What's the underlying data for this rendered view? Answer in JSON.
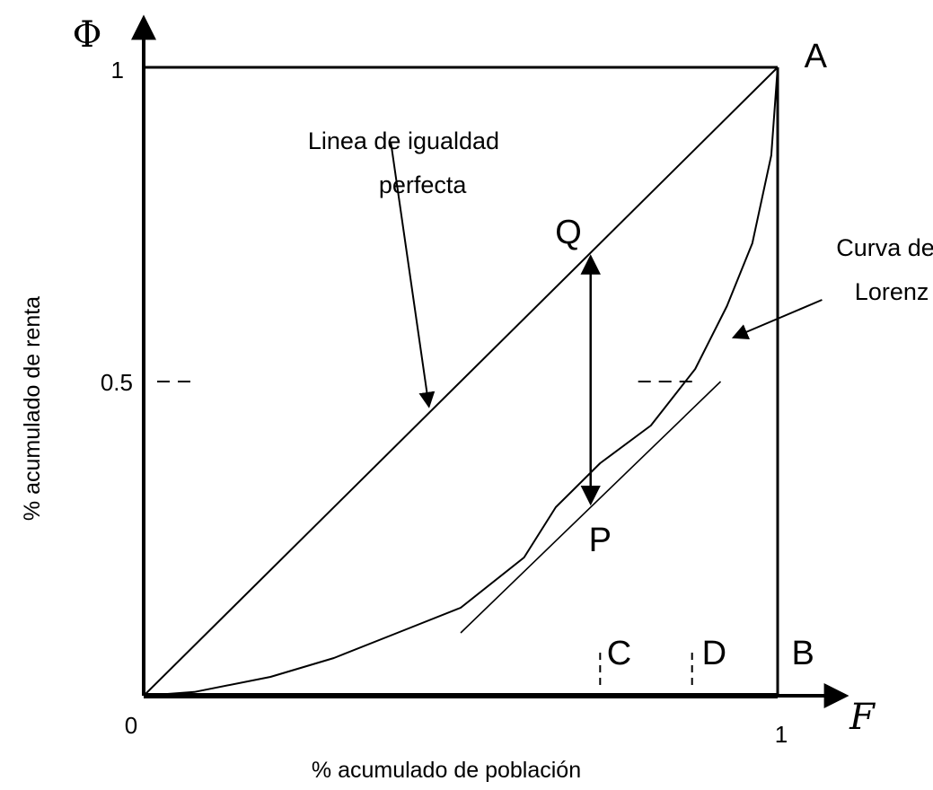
{
  "chart_data": {
    "type": "line",
    "y_symbol": "Φ",
    "x_symbol": "F",
    "xlabel": "% acumulado de población",
    "ylabel": "% acumulado de renta",
    "xlim": [
      0,
      1
    ],
    "ylim": [
      0,
      1
    ],
    "x_ticks": [
      {
        "value": 0,
        "label": "0"
      },
      {
        "value": 1,
        "label": "1"
      }
    ],
    "y_ticks": [
      {
        "value": 1,
        "label": "1"
      },
      {
        "value": 0.5,
        "label": "0.5"
      }
    ],
    "series": [
      {
        "role": "equality",
        "x": [
          0,
          1
        ],
        "y": [
          0,
          1
        ]
      },
      {
        "role": "lorenz",
        "x": [
          0,
          0.08,
          0.2,
          0.3,
          0.4,
          0.5,
          0.6,
          0.65,
          0.72,
          0.8,
          0.87,
          0.92,
          0.96,
          0.99,
          1.0
        ],
        "y": [
          0,
          0.006,
          0.03,
          0.06,
          0.1,
          0.14,
          0.22,
          0.3,
          0.37,
          0.43,
          0.52,
          0.62,
          0.72,
          0.86,
          1.0
        ]
      },
      {
        "role": "tangent",
        "x": [
          0.5,
          0.91
        ],
        "y": [
          0.1,
          0.5
        ]
      }
    ],
    "annotations": [
      {
        "id": "label_equality_1",
        "text": "Linea de igualdad",
        "x": 0.41,
        "y": 0.87
      },
      {
        "id": "label_equality_2",
        "text": "perfecta",
        "x": 0.44,
        "y": 0.8
      },
      {
        "id": "label_lorenz_1",
        "text": "Curva de",
        "x": 1.17,
        "y": 0.7
      },
      {
        "id": "label_lorenz_2",
        "text": "Lorenz",
        "x": 1.18,
        "y": 0.63
      },
      {
        "id": "point_A",
        "text": "A",
        "x": 1.06,
        "y": 1.0
      },
      {
        "id": "point_B",
        "text": "B",
        "x": 1.04,
        "y": 0.05
      },
      {
        "id": "point_C",
        "text": "C",
        "x": 0.75,
        "y": 0.05
      },
      {
        "id": "point_D",
        "text": "D",
        "x": 0.9,
        "y": 0.05
      },
      {
        "id": "point_P",
        "text": "P",
        "x": 0.72,
        "y": 0.23
      },
      {
        "id": "point_Q",
        "text": "Q",
        "x": 0.67,
        "y": 0.72
      }
    ],
    "points": {
      "A": {
        "x": 1.0,
        "y": 1.0
      },
      "B": {
        "x": 1.0,
        "y": 0.0
      },
      "C": {
        "x": 0.72,
        "y": 0.0
      },
      "D": {
        "x": 0.865,
        "y": 0.0
      },
      "P": {
        "x": 0.705,
        "y": 0.3
      },
      "Q": {
        "x": 0.705,
        "y": 0.705
      }
    },
    "dashed_marks": [
      {
        "from": [
          0.0,
          0.5
        ],
        "to": [
          0.08,
          0.5
        ]
      },
      {
        "from": [
          0.78,
          0.5
        ],
        "to": [
          0.87,
          0.5
        ]
      }
    ],
    "pointer_arrows": [
      {
        "from": [
          0.39,
          0.88
        ],
        "to": [
          0.45,
          0.46
        ]
      },
      {
        "from": [
          1.07,
          0.63
        ],
        "to": [
          0.93,
          0.57
        ]
      }
    ],
    "grid": false,
    "legend": "none"
  }
}
